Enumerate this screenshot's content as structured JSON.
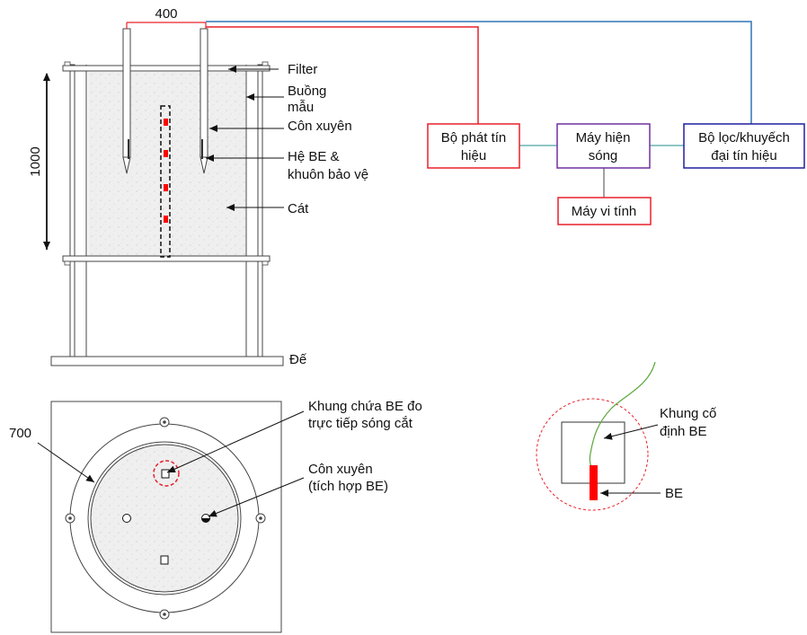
{
  "dimensions": {
    "width_label": "400",
    "height_label": "1000",
    "diameter_label": "700"
  },
  "elevation_labels": {
    "filter": "Filter",
    "chamber_line1": "Buồng",
    "chamber_line2": "mẫu",
    "cone": "Côn xuyên",
    "be_line1": "Hệ BE &",
    "be_line2": "khuôn bảo vệ",
    "sand": "Cát",
    "base": "Đế"
  },
  "blocks": {
    "generator_line1": "Bộ phát tín",
    "generator_line2": "hiệu",
    "oscilloscope_line1": "Máy hiện",
    "oscilloscope_line2": "sóng",
    "amplifier_line1": "Bộ lọc/khuyếch",
    "amplifier_line2": "đại tín hiệu",
    "computer": "Máy vi tính"
  },
  "plan_labels": {
    "frame_line1": "Khung chứa BE đo",
    "frame_line2": "trực tiếp sóng cắt",
    "cone_line1": "Côn xuyên",
    "cone_line2": "(tích hợp BE)"
  },
  "detail_labels": {
    "fix_frame_line1": "Khung cố",
    "fix_frame_line2": "định BE",
    "be": "BE"
  },
  "colors": {
    "generator_border": "#e8202a",
    "oscilloscope_border": "#7030a0",
    "amplifier_border": "#1f1f9f",
    "computer_border": "#e8202a",
    "wire_red": "#e8202a",
    "wire_blue": "#2e75b6",
    "link_teal": "#4aa3a3",
    "be_element": "#ff0000",
    "sensor_wire": "#5aa83a",
    "sand_fill": "#efefef"
  }
}
